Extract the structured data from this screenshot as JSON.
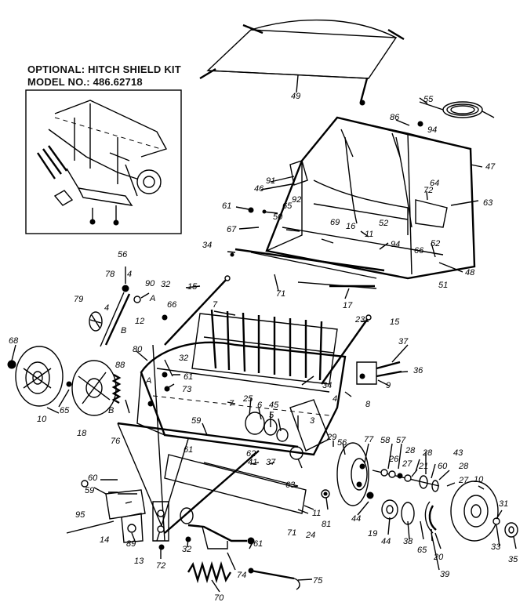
{
  "inset": {
    "title_line1": "OPTIONAL: HITCH SHIELD KIT",
    "title_line2": "MODEL NO.: 486.62718"
  },
  "callouts": [
    {
      "id": "c49",
      "text": "49"
    },
    {
      "id": "c55",
      "text": "55"
    },
    {
      "id": "c86",
      "text": "86"
    },
    {
      "id": "c94a",
      "text": "94"
    },
    {
      "id": "c47",
      "text": "47"
    },
    {
      "id": "c91",
      "text": "91"
    },
    {
      "id": "c46",
      "text": "46"
    },
    {
      "id": "c61a",
      "text": "61"
    },
    {
      "id": "c65",
      "text": "65"
    },
    {
      "id": "c92a",
      "text": "92"
    },
    {
      "id": "c64",
      "text": "64"
    },
    {
      "id": "c72a",
      "text": "72"
    },
    {
      "id": "c63",
      "text": "63"
    },
    {
      "id": "c67",
      "text": "67"
    },
    {
      "id": "c50",
      "text": "50"
    },
    {
      "id": "c69",
      "text": "69"
    },
    {
      "id": "c16",
      "text": "16"
    },
    {
      "id": "c52a",
      "text": "52"
    },
    {
      "id": "c11a",
      "text": "11"
    },
    {
      "id": "c94b",
      "text": "94"
    },
    {
      "id": "c66",
      "text": "66"
    },
    {
      "id": "c52b",
      "text": "52"
    },
    {
      "id": "c48",
      "text": "48"
    },
    {
      "id": "c34a",
      "text": "34"
    },
    {
      "id": "c71a",
      "text": "71"
    },
    {
      "id": "c51",
      "text": "51"
    },
    {
      "id": "c17",
      "text": "17"
    },
    {
      "id": "c56a",
      "text": "56"
    },
    {
      "id": "c78",
      "text": "78"
    },
    {
      "id": "c4a",
      "text": "4"
    },
    {
      "id": "c90",
      "text": "90"
    },
    {
      "id": "c32a",
      "text": "32"
    },
    {
      "id": "cAa",
      "text": "A"
    },
    {
      "id": "c15a",
      "text": "15"
    },
    {
      "id": "c66b",
      "text": "66"
    },
    {
      "id": "c79",
      "text": "79"
    },
    {
      "id": "c4b",
      "text": "4"
    },
    {
      "id": "c12",
      "text": "12"
    },
    {
      "id": "cBa",
      "text": "B"
    },
    {
      "id": "c7a",
      "text": "7"
    },
    {
      "id": "c23",
      "text": "23"
    },
    {
      "id": "c15b",
      "text": "15"
    },
    {
      "id": "c68",
      "text": "68"
    },
    {
      "id": "c80",
      "text": "80"
    },
    {
      "id": "c37",
      "text": "37"
    },
    {
      "id": "c88",
      "text": "88"
    },
    {
      "id": "c32b",
      "text": "32"
    },
    {
      "id": "c61b",
      "text": "61"
    },
    {
      "id": "c36",
      "text": "36"
    },
    {
      "id": "cAb",
      "text": "A"
    },
    {
      "id": "c73",
      "text": "73"
    },
    {
      "id": "c34b",
      "text": "34"
    },
    {
      "id": "c9",
      "text": "9"
    },
    {
      "id": "c65b",
      "text": "65"
    },
    {
      "id": "cBb",
      "text": "B"
    },
    {
      "id": "c10a",
      "text": "10"
    },
    {
      "id": "c18",
      "text": "18"
    },
    {
      "id": "c8",
      "text": "8"
    },
    {
      "id": "c25",
      "text": "25"
    },
    {
      "id": "c6",
      "text": "6"
    },
    {
      "id": "c45",
      "text": "45"
    },
    {
      "id": "c4c",
      "text": "4"
    },
    {
      "id": "c7b",
      "text": "7"
    },
    {
      "id": "c5",
      "text": "5"
    },
    {
      "id": "c3",
      "text": "3"
    },
    {
      "id": "c59a",
      "text": "59"
    },
    {
      "id": "c76",
      "text": "76"
    },
    {
      "id": "c77",
      "text": "77"
    },
    {
      "id": "c58",
      "text": "58"
    },
    {
      "id": "c57",
      "text": "57"
    },
    {
      "id": "c29",
      "text": "29"
    },
    {
      "id": "c56b",
      "text": "56"
    },
    {
      "id": "c28a",
      "text": "28"
    },
    {
      "id": "c26",
      "text": "26"
    },
    {
      "id": "c27a",
      "text": "27"
    },
    {
      "id": "c28b",
      "text": "28"
    },
    {
      "id": "c21",
      "text": "21"
    },
    {
      "id": "c43",
      "text": "43"
    },
    {
      "id": "c62",
      "text": "62"
    },
    {
      "id": "c61c",
      "text": "61"
    },
    {
      "id": "c41",
      "text": "41"
    },
    {
      "id": "c37b",
      "text": "37"
    },
    {
      "id": "c28c",
      "text": "28"
    },
    {
      "id": "c60a",
      "text": "60"
    },
    {
      "id": "c27b",
      "text": "27"
    },
    {
      "id": "c10b",
      "text": "10"
    },
    {
      "id": "c60b",
      "text": "60"
    },
    {
      "id": "c59b",
      "text": "59"
    },
    {
      "id": "c63b",
      "text": "63"
    },
    {
      "id": "c11b",
      "text": "11"
    },
    {
      "id": "c31",
      "text": "31"
    },
    {
      "id": "c95",
      "text": "95"
    },
    {
      "id": "c81",
      "text": "81"
    },
    {
      "id": "c44a",
      "text": "44"
    },
    {
      "id": "c19",
      "text": "19"
    },
    {
      "id": "c44b",
      "text": "44"
    },
    {
      "id": "c38",
      "text": "38"
    },
    {
      "id": "c65c",
      "text": "65"
    },
    {
      "id": "c20",
      "text": "20"
    },
    {
      "id": "c14",
      "text": "14"
    },
    {
      "id": "c89",
      "text": "89"
    },
    {
      "id": "c71b",
      "text": "71"
    },
    {
      "id": "c24",
      "text": "24"
    },
    {
      "id": "c33",
      "text": "33"
    },
    {
      "id": "c35",
      "text": "35"
    },
    {
      "id": "c39",
      "text": "39"
    },
    {
      "id": "c13",
      "text": "13"
    },
    {
      "id": "c72b",
      "text": "72"
    },
    {
      "id": "c32c",
      "text": "32"
    },
    {
      "id": "c61d",
      "text": "61"
    },
    {
      "id": "c74",
      "text": "74"
    },
    {
      "id": "c70",
      "text": "70"
    },
    {
      "id": "c75",
      "text": "75"
    }
  ]
}
